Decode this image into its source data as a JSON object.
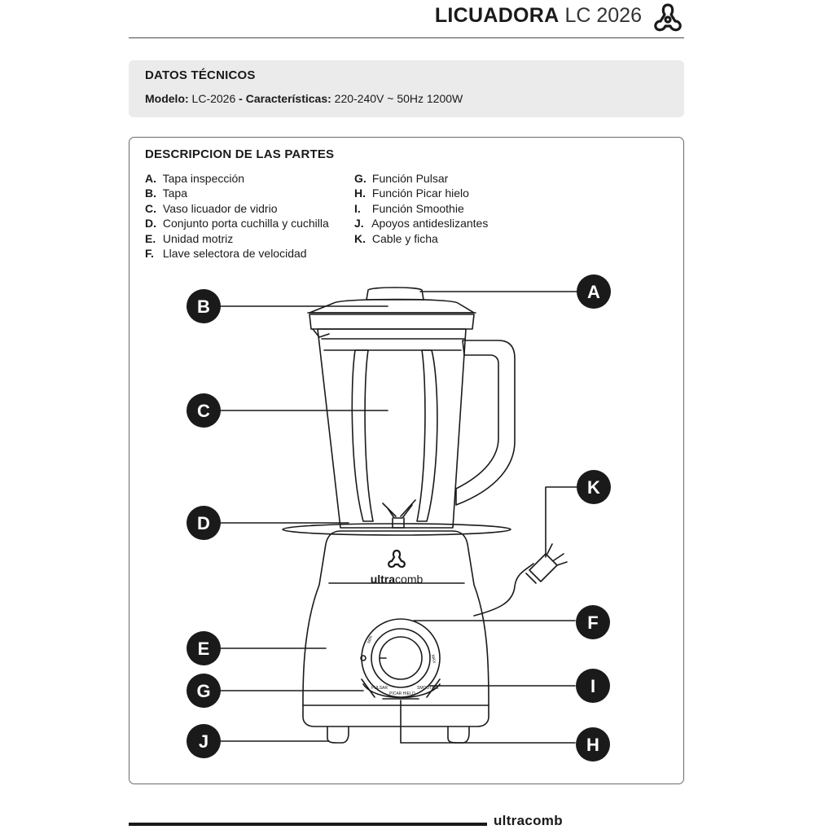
{
  "header": {
    "title_bold": "LICUADORA",
    "title_model": "LC 2026"
  },
  "specs": {
    "title": "DATOS TÉCNICOS",
    "model_label": "Modelo:",
    "model_value": "LC-2026",
    "separator": "-",
    "features_label": "Características:",
    "features_value": "220-240V ~ 50Hz 1200W"
  },
  "parts": {
    "title": "DESCRIPCION DE LAS PARTES",
    "left_column": [
      {
        "key": "A.",
        "label": "Tapa inspección"
      },
      {
        "key": "B.",
        "label": "Tapa"
      },
      {
        "key": "C.",
        "label": "Vaso licuador de vidrio"
      },
      {
        "key": "D.",
        "label": "Conjunto porta cuchilla y cuchilla"
      },
      {
        "key": "E.",
        "label": "Unidad motriz"
      },
      {
        "key": "F.",
        "label": "Llave selectora de velocidad"
      }
    ],
    "right_column": [
      {
        "key": "G.",
        "label": "Función Pulsar"
      },
      {
        "key": "H.",
        "label": "Función Picar hielo"
      },
      {
        "key": "I.",
        "label": "Función Smoothie"
      },
      {
        "key": "J.",
        "label": "Apoyos antideslizantes"
      },
      {
        "key": "K.",
        "label": "Cable y ficha"
      }
    ]
  },
  "callouts": {
    "a": "A",
    "b": "B",
    "c": "C",
    "d": "D",
    "e": "E",
    "f": "F",
    "g": "G",
    "h": "H",
    "i": "I",
    "j": "J",
    "k": "K"
  },
  "product": {
    "brand_bold": "ultra",
    "brand_light": "comb",
    "dial_min": "MIN",
    "dial_max": "MAX",
    "button_g": "PULSAR",
    "button_h": "PICAR HIELO",
    "button_i": "SMOOTHIE"
  },
  "footer": {
    "brand": "ultracomb"
  },
  "colors": {
    "ink": "#1a1a1a",
    "panel_gray": "#ebebeb",
    "rule": "#4a4a4a"
  }
}
